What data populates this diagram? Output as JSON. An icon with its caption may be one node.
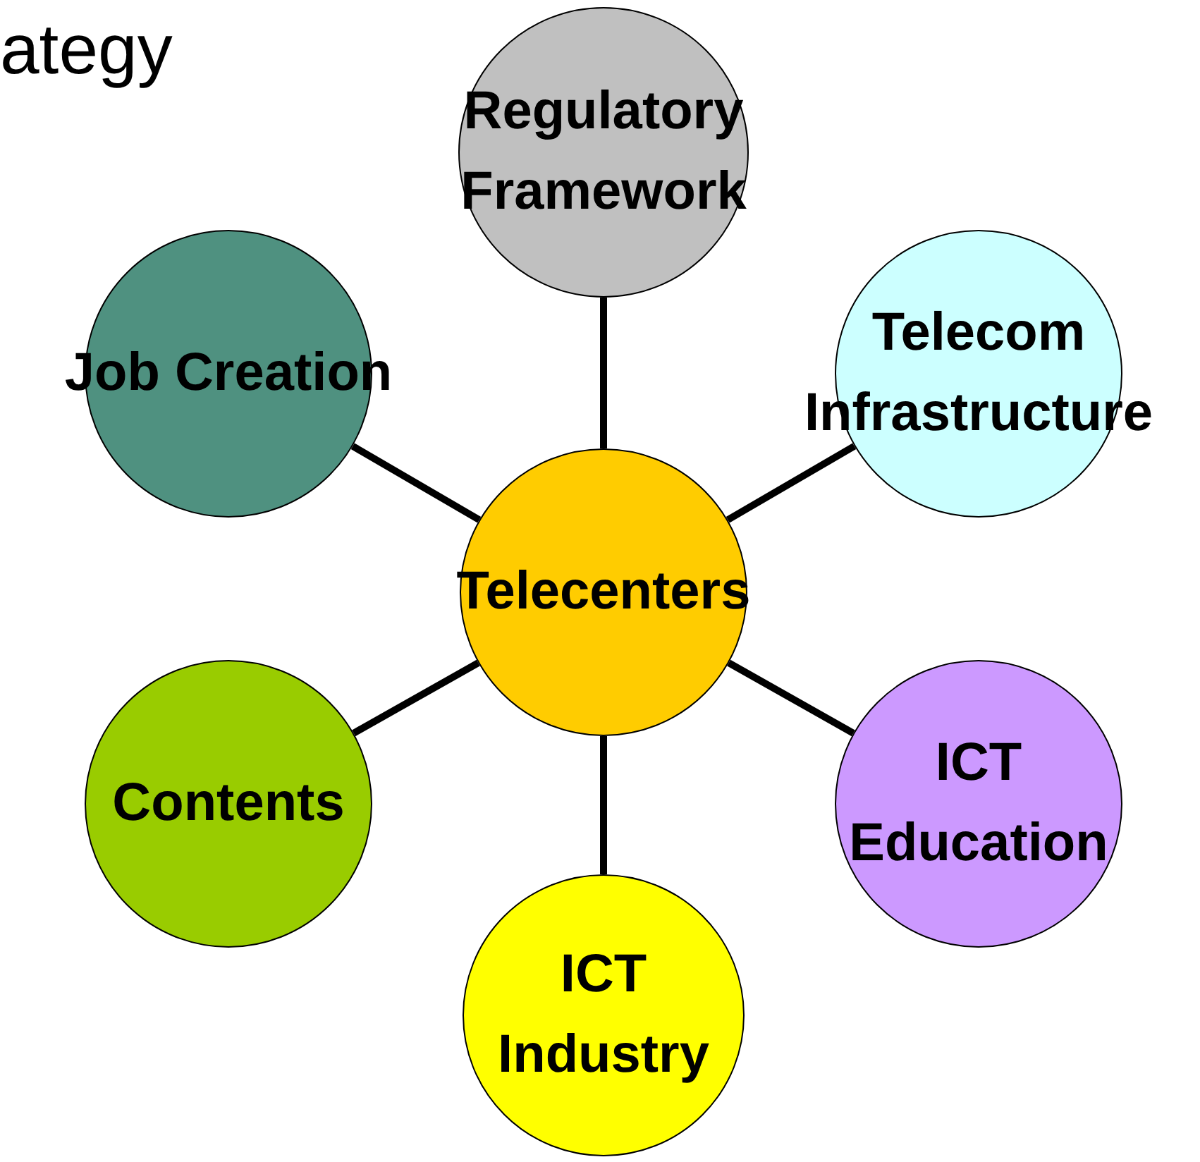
{
  "diagram": {
    "nodes": [
      {
        "text": [
          "Regulatory Framework"
        ]
      },
      {
        "text": [
          "Job Creation"
        ]
      },
      {
        "text": [
          "Telecom Infrastructure"
        ]
      },
      {
        "text": [
          "Telecenters"
        ]
      },
      {
        "text": [
          "Contents"
        ]
      },
      {
        "text": [
          "ICT Education"
        ]
      },
      {
        "text": [
          "ICT Industry"
        ]
      }
    ],
    "edges": [
      {
        "from": 3,
        "to": 0,
        "arrow": "none"
      },
      {
        "from": 3,
        "to": 1,
        "arrow": "none"
      },
      {
        "from": 3,
        "to": 2,
        "arrow": "none"
      },
      {
        "from": 3,
        "to": 4,
        "arrow": "none"
      },
      {
        "from": 3,
        "to": 5,
        "arrow": "none"
      },
      {
        "from": 3,
        "to": 6,
        "arrow": "none"
      }
    ],
    "labels": [
      "ategy"
    ]
  }
}
